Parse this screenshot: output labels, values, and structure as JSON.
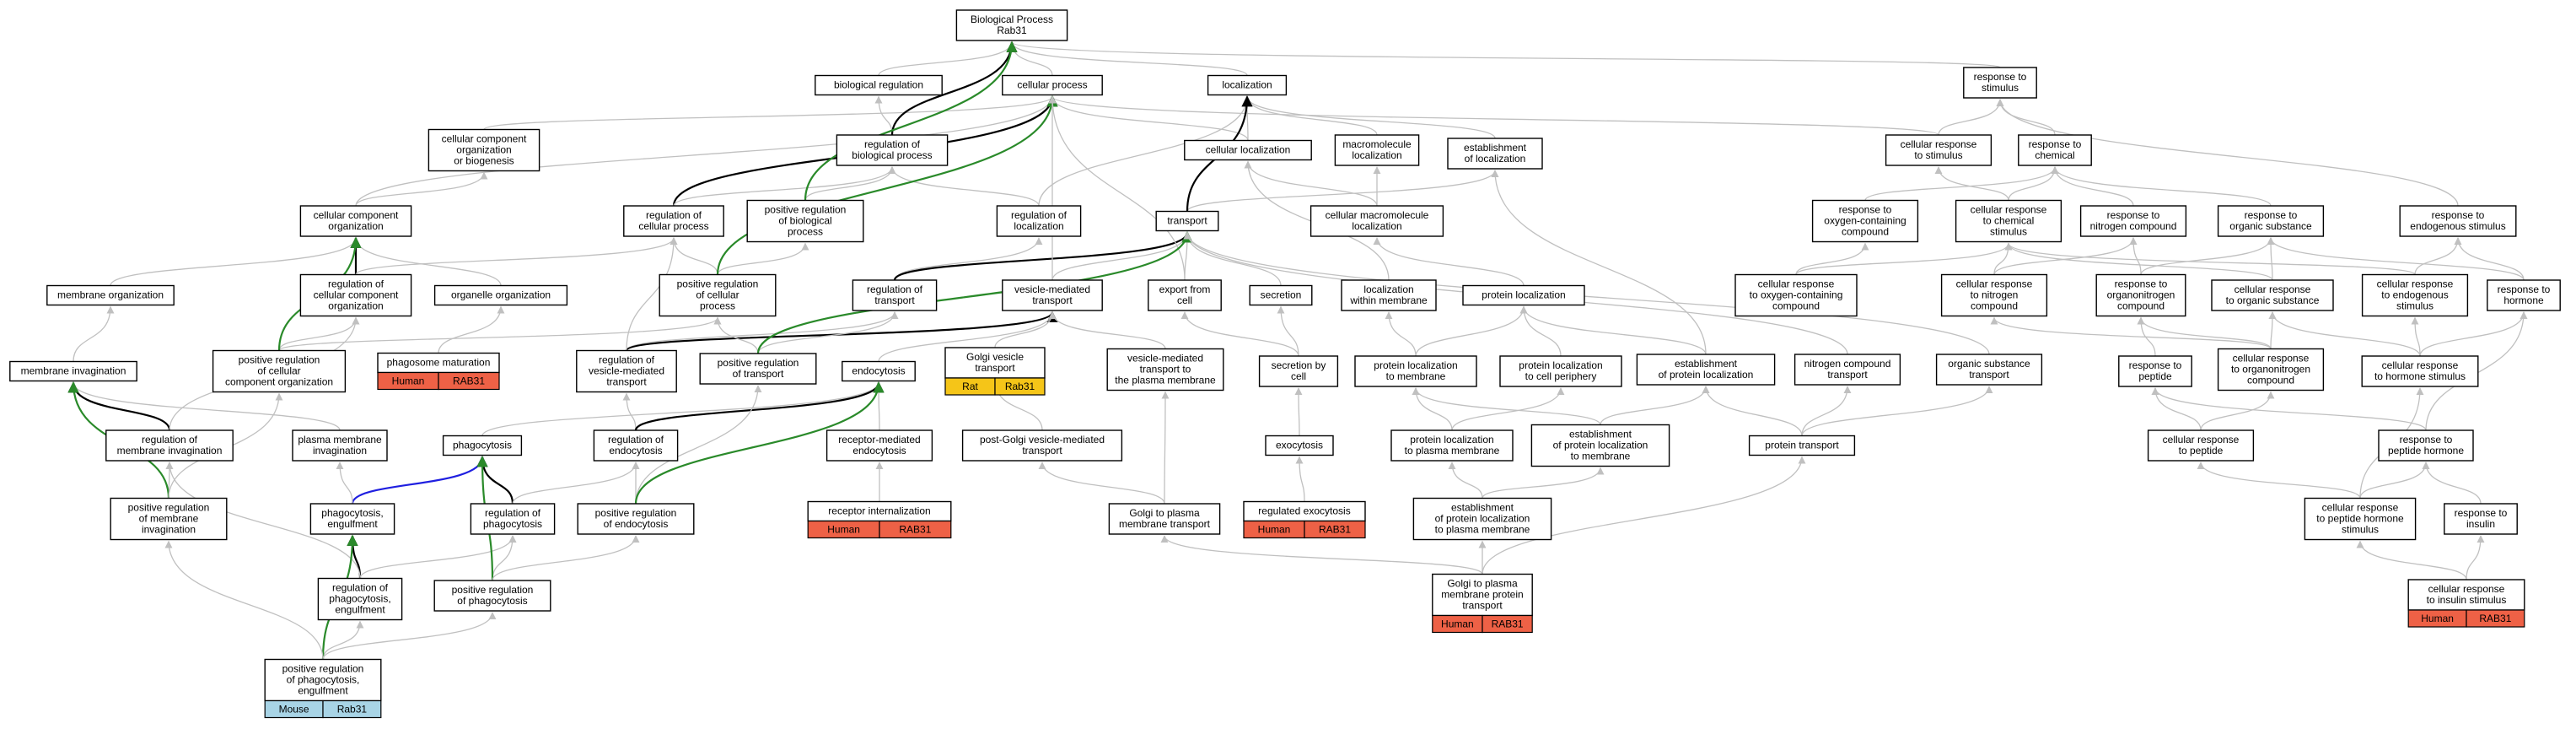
{
  "nodes": [
    {
      "id": "bp",
      "lines": [
        "Biological Process",
        "Rab31"
      ]
    },
    {
      "id": "breg",
      "lines": [
        "biological regulation"
      ]
    },
    {
      "id": "cproc",
      "lines": [
        "cellular process"
      ]
    },
    {
      "id": "loc",
      "lines": [
        "localization"
      ]
    },
    {
      "id": "rstim",
      "lines": [
        "response to",
        "stimulus"
      ]
    },
    {
      "id": "ccob",
      "lines": [
        "cellular component",
        "organization",
        "or biogenesis"
      ]
    },
    {
      "id": "rbp",
      "lines": [
        "regulation of",
        "biological process"
      ]
    },
    {
      "id": "cloc",
      "lines": [
        "cellular localization"
      ]
    },
    {
      "id": "mmloc",
      "lines": [
        "macromolecule",
        "localization"
      ]
    },
    {
      "id": "estloc",
      "lines": [
        "establishment",
        "of localization"
      ]
    },
    {
      "id": "crstim",
      "lines": [
        "cellular response",
        "to stimulus"
      ]
    },
    {
      "id": "rchem",
      "lines": [
        "response to",
        "chemical"
      ]
    },
    {
      "id": "cco",
      "lines": [
        "cellular component",
        "organization"
      ]
    },
    {
      "id": "rcp",
      "lines": [
        "regulation of",
        "cellular process"
      ]
    },
    {
      "id": "prbp",
      "lines": [
        "positive regulation",
        "of biological",
        "process"
      ]
    },
    {
      "id": "rloc",
      "lines": [
        "regulation of",
        "localization"
      ]
    },
    {
      "id": "transport",
      "lines": [
        "transport"
      ]
    },
    {
      "id": "cmmloc",
      "lines": [
        "cellular macromolecule",
        "localization"
      ]
    },
    {
      "id": "roxy",
      "lines": [
        "response to",
        "oxygen-containing",
        "compound"
      ]
    },
    {
      "id": "crchem",
      "lines": [
        "cellular response",
        "to chemical",
        "stimulus"
      ]
    },
    {
      "id": "rnitro",
      "lines": [
        "response to",
        "nitrogen compound"
      ]
    },
    {
      "id": "rorg",
      "lines": [
        "response to",
        "organic substance"
      ]
    },
    {
      "id": "rendo",
      "lines": [
        "response to",
        "endogenous stimulus"
      ]
    },
    {
      "id": "memorg",
      "lines": [
        "membrane organization"
      ]
    },
    {
      "id": "rcco",
      "lines": [
        "regulation of",
        "cellular component",
        "organization"
      ]
    },
    {
      "id": "orgorg",
      "lines": [
        "organelle organization"
      ]
    },
    {
      "id": "prcp",
      "lines": [
        "positive regulation",
        "of cellular",
        "process"
      ]
    },
    {
      "id": "rtrans",
      "lines": [
        "regulation of",
        "transport"
      ]
    },
    {
      "id": "vmt",
      "lines": [
        "vesicle-mediated",
        "transport"
      ]
    },
    {
      "id": "expcell",
      "lines": [
        "export from",
        "cell"
      ]
    },
    {
      "id": "secretion",
      "lines": [
        "secretion"
      ]
    },
    {
      "id": "locmem",
      "lines": [
        "localization",
        "within membrane"
      ]
    },
    {
      "id": "protloc",
      "lines": [
        "protein localization"
      ]
    },
    {
      "id": "croxy",
      "lines": [
        "cellular response",
        "to oxygen-containing",
        "compound"
      ]
    },
    {
      "id": "crnitro",
      "lines": [
        "cellular response",
        "to nitrogen",
        "compound"
      ]
    },
    {
      "id": "rorgn",
      "lines": [
        "response to",
        "organonitrogen",
        "compound"
      ]
    },
    {
      "id": "crorg",
      "lines": [
        "cellular response",
        "to organic substance"
      ]
    },
    {
      "id": "crendo",
      "lines": [
        "cellular response",
        "to endogenous",
        "stimulus"
      ]
    },
    {
      "id": "rhorm",
      "lines": [
        "response to",
        "hormone"
      ]
    },
    {
      "id": "meminv",
      "lines": [
        "membrane invagination"
      ]
    },
    {
      "id": "prcco",
      "lines": [
        "positive regulation",
        "of cellular",
        "component organization"
      ]
    },
    {
      "id": "phagomat",
      "lines": [
        "phagosome maturation"
      ],
      "badge": [
        "Human",
        "RAB31"
      ],
      "badgeColor": "#ee6146"
    },
    {
      "id": "rvmt",
      "lines": [
        "regulation of",
        "vesicle-mediated",
        "transport"
      ]
    },
    {
      "id": "prtrans",
      "lines": [
        "positive regulation",
        "of transport"
      ]
    },
    {
      "id": "endocyt",
      "lines": [
        "endocytosis"
      ]
    },
    {
      "id": "golgivt",
      "lines": [
        "Golgi vesicle",
        "transport"
      ],
      "badge": [
        "Rat",
        "Rab31"
      ],
      "badgeColor": "#f5c518"
    },
    {
      "id": "vmtpm",
      "lines": [
        "vesicle-mediated",
        "transport to",
        "the plasma membrane"
      ]
    },
    {
      "id": "secbycell",
      "lines": [
        "secretion by",
        "cell"
      ]
    },
    {
      "id": "plmem",
      "lines": [
        "protein localization",
        "to membrane"
      ]
    },
    {
      "id": "plperiph",
      "lines": [
        "protein localization",
        "to cell periphery"
      ]
    },
    {
      "id": "estprotloc",
      "lines": [
        "establishment",
        "of protein localization"
      ]
    },
    {
      "id": "nitrotrans",
      "lines": [
        "nitrogen compound",
        "transport"
      ]
    },
    {
      "id": "orgtrans",
      "lines": [
        "organic substance",
        "transport"
      ]
    },
    {
      "id": "rpept",
      "lines": [
        "response to",
        "peptide"
      ]
    },
    {
      "id": "crorgn",
      "lines": [
        "cellular response",
        "to organonitrogen",
        "compound"
      ]
    },
    {
      "id": "crhorm",
      "lines": [
        "cellular response",
        "to hormone stimulus"
      ]
    },
    {
      "id": "rmeminv",
      "lines": [
        "regulation of",
        "membrane invagination"
      ]
    },
    {
      "id": "pmeminv",
      "lines": [
        "plasma membrane",
        "invagination"
      ]
    },
    {
      "id": "phago",
      "lines": [
        "phagocytosis"
      ]
    },
    {
      "id": "rendocyt",
      "lines": [
        "regulation of",
        "endocytosis"
      ]
    },
    {
      "id": "rmendo",
      "lines": [
        "receptor-mediated",
        "endocytosis"
      ]
    },
    {
      "id": "postgolgi",
      "lines": [
        "post-Golgi vesicle-mediated",
        "transport"
      ]
    },
    {
      "id": "exocyt",
      "lines": [
        "exocytosis"
      ]
    },
    {
      "id": "plpm",
      "lines": [
        "protein localization",
        "to plasma membrane"
      ]
    },
    {
      "id": "estplm",
      "lines": [
        "establishment",
        "of protein localization",
        "to membrane"
      ]
    },
    {
      "id": "prottrans",
      "lines": [
        "protein transport"
      ]
    },
    {
      "id": "crpept",
      "lines": [
        "cellular response",
        "to peptide"
      ]
    },
    {
      "id": "rphorm",
      "lines": [
        "response to",
        "peptide hormone"
      ]
    },
    {
      "id": "prmeminv",
      "lines": [
        "positive regulation",
        "of membrane",
        "invagination"
      ]
    },
    {
      "id": "phagoeng",
      "lines": [
        "phagocytosis,",
        "engulfment"
      ]
    },
    {
      "id": "rphago",
      "lines": [
        "regulation of",
        "phagocytosis"
      ]
    },
    {
      "id": "prendo",
      "lines": [
        "positive regulation",
        "of endocytosis"
      ]
    },
    {
      "id": "recint",
      "lines": [
        "receptor internalization"
      ],
      "badge": [
        "Human",
        "RAB31"
      ],
      "badgeColor": "#ee6146"
    },
    {
      "id": "golgipm",
      "lines": [
        "Golgi to plasma",
        "membrane transport"
      ]
    },
    {
      "id": "regexo",
      "lines": [
        "regulated exocytosis"
      ],
      "badge": [
        "Human",
        "RAB31"
      ],
      "badgeColor": "#ee6146"
    },
    {
      "id": "estplpm",
      "lines": [
        "establishment",
        "of protein localization",
        "to plasma membrane"
      ]
    },
    {
      "id": "crphorm",
      "lines": [
        "cellular response",
        "to peptide hormone",
        "stimulus"
      ]
    },
    {
      "id": "rins",
      "lines": [
        "response to",
        "insulin"
      ]
    },
    {
      "id": "rphagoeng",
      "lines": [
        "regulation of",
        "phagocytosis,",
        "engulfment"
      ]
    },
    {
      "id": "prphago",
      "lines": [
        "positive regulation",
        "of phagocytosis"
      ]
    },
    {
      "id": "golgipmpt",
      "lines": [
        "Golgi to plasma",
        "membrane protein",
        "transport"
      ],
      "badge": [
        "Human",
        "RAB31"
      ],
      "badgeColor": "#ee6146"
    },
    {
      "id": "crins",
      "lines": [
        "cellular response",
        "to insulin stimulus"
      ],
      "badge": [
        "Human",
        "RAB31"
      ],
      "badgeColor": "#ee6146"
    },
    {
      "id": "prphagoeng",
      "lines": [
        "positive regulation",
        "of phagocytosis,",
        "engulfment"
      ],
      "badge": [
        "Mouse",
        "Rab31"
      ],
      "badgeColor": "#a8d4e6"
    }
  ],
  "edges": [
    [
      "breg",
      "bp",
      "gray"
    ],
    [
      "cproc",
      "bp",
      "gray"
    ],
    [
      "loc",
      "bp",
      "gray"
    ],
    [
      "rstim",
      "bp",
      "gray"
    ],
    [
      "ccob",
      "cproc",
      "gray"
    ],
    [
      "rbp",
      "breg",
      "gray"
    ],
    [
      "rbp",
      "bp",
      "black"
    ],
    [
      "cloc",
      "cproc",
      "gray"
    ],
    [
      "cloc",
      "loc",
      "gray"
    ],
    [
      "mmloc",
      "loc",
      "gray"
    ],
    [
      "estloc",
      "loc",
      "gray"
    ],
    [
      "crstim",
      "cproc",
      "gray"
    ],
    [
      "crstim",
      "rstim",
      "gray"
    ],
    [
      "rchem",
      "rstim",
      "gray"
    ],
    [
      "cco",
      "ccob",
      "gray"
    ],
    [
      "cco",
      "cproc",
      "gray"
    ],
    [
      "rcp",
      "cproc",
      "black"
    ],
    [
      "rcp",
      "rbp",
      "gray"
    ],
    [
      "prbp",
      "rbp",
      "gray"
    ],
    [
      "prbp",
      "bp",
      "green"
    ],
    [
      "rloc",
      "rbp",
      "gray"
    ],
    [
      "rloc",
      "loc",
      "gray"
    ],
    [
      "transport",
      "estloc",
      "gray"
    ],
    [
      "transport",
      "loc",
      "black"
    ],
    [
      "cmmloc",
      "cloc",
      "gray"
    ],
    [
      "cmmloc",
      "mmloc",
      "gray"
    ],
    [
      "roxy",
      "rchem",
      "gray"
    ],
    [
      "crchem",
      "crstim",
      "gray"
    ],
    [
      "crchem",
      "rchem",
      "gray"
    ],
    [
      "rnitro",
      "rchem",
      "gray"
    ],
    [
      "rorg",
      "rchem",
      "gray"
    ],
    [
      "rendo",
      "rstim",
      "gray"
    ],
    [
      "memorg",
      "cco",
      "gray"
    ],
    [
      "rcco",
      "cco",
      "black"
    ],
    [
      "rcco",
      "rcp",
      "gray"
    ],
    [
      "orgorg",
      "cco",
      "gray"
    ],
    [
      "prcp",
      "rcp",
      "gray"
    ],
    [
      "prcp",
      "prbp",
      "gray"
    ],
    [
      "prcp",
      "cproc",
      "green"
    ],
    [
      "rtrans",
      "rloc",
      "gray"
    ],
    [
      "rtrans",
      "transport",
      "black"
    ],
    [
      "vmt",
      "transport",
      "gray"
    ],
    [
      "vmt",
      "cproc",
      "gray"
    ],
    [
      "expcell",
      "transport",
      "gray"
    ],
    [
      "expcell",
      "cproc",
      "gray"
    ],
    [
      "secretion",
      "transport",
      "gray"
    ],
    [
      "locmem",
      "cloc",
      "gray"
    ],
    [
      "protloc",
      "cmmloc",
      "gray"
    ],
    [
      "croxy",
      "roxy",
      "gray"
    ],
    [
      "croxy",
      "crchem",
      "gray"
    ],
    [
      "crnitro",
      "rnitro",
      "gray"
    ],
    [
      "crnitro",
      "crchem",
      "gray"
    ],
    [
      "rorgn",
      "rnitro",
      "gray"
    ],
    [
      "rorgn",
      "rorg",
      "gray"
    ],
    [
      "crorg",
      "rorg",
      "gray"
    ],
    [
      "crorg",
      "crchem",
      "gray"
    ],
    [
      "crendo",
      "rendo",
      "gray"
    ],
    [
      "crendo",
      "crchem",
      "gray"
    ],
    [
      "rhorm",
      "rendo",
      "gray"
    ],
    [
      "rhorm",
      "rorg",
      "gray"
    ],
    [
      "meminv",
      "memorg",
      "gray"
    ],
    [
      "prcco",
      "rcco",
      "gray"
    ],
    [
      "prcco",
      "prcp",
      "gray"
    ],
    [
      "prcco",
      "cco",
      "green"
    ],
    [
      "phagomat",
      "orgorg",
      "gray"
    ],
    [
      "rvmt",
      "rtrans",
      "gray"
    ],
    [
      "rvmt",
      "vmt",
      "black"
    ],
    [
      "rvmt",
      "rcp",
      "gray"
    ],
    [
      "prtrans",
      "rtrans",
      "gray"
    ],
    [
      "prtrans",
      "prcp",
      "gray"
    ],
    [
      "prtrans",
      "transport",
      "green"
    ],
    [
      "endocyt",
      "vmt",
      "gray"
    ],
    [
      "golgivt",
      "vmt",
      "gray"
    ],
    [
      "vmtpm",
      "vmt",
      "gray"
    ],
    [
      "secbycell",
      "secretion",
      "gray"
    ],
    [
      "secbycell",
      "expcell",
      "gray"
    ],
    [
      "plmem",
      "protloc",
      "gray"
    ],
    [
      "plmem",
      "locmem",
      "gray"
    ],
    [
      "plperiph",
      "protloc",
      "gray"
    ],
    [
      "estprotloc",
      "protloc",
      "gray"
    ],
    [
      "estprotloc",
      "estloc",
      "gray"
    ],
    [
      "nitrotrans",
      "transport",
      "gray"
    ],
    [
      "orgtrans",
      "transport",
      "gray"
    ],
    [
      "rpept",
      "rorgn",
      "gray"
    ],
    [
      "crorgn",
      "rorgn",
      "gray"
    ],
    [
      "crorgn",
      "crnitro",
      "gray"
    ],
    [
      "crorgn",
      "crorg",
      "gray"
    ],
    [
      "crhorm",
      "rhorm",
      "gray"
    ],
    [
      "crhorm",
      "crendo",
      "gray"
    ],
    [
      "crhorm",
      "crorg",
      "gray"
    ],
    [
      "rmeminv",
      "meminv",
      "black"
    ],
    [
      "rmeminv",
      "rcco",
      "gray"
    ],
    [
      "pmeminv",
      "meminv",
      "gray"
    ],
    [
      "phago",
      "endocyt",
      "gray"
    ],
    [
      "rendocyt",
      "rvmt",
      "gray"
    ],
    [
      "rendocyt",
      "endocyt",
      "black"
    ],
    [
      "rmendo",
      "endocyt",
      "gray"
    ],
    [
      "postgolgi",
      "golgivt",
      "gray"
    ],
    [
      "exocyt",
      "secbycell",
      "gray"
    ],
    [
      "plpm",
      "plmem",
      "gray"
    ],
    [
      "plpm",
      "plperiph",
      "gray"
    ],
    [
      "estplm",
      "plmem",
      "gray"
    ],
    [
      "estplm",
      "estprotloc",
      "gray"
    ],
    [
      "prottrans",
      "estprotloc",
      "gray"
    ],
    [
      "prottrans",
      "nitrotrans",
      "gray"
    ],
    [
      "prottrans",
      "orgtrans",
      "gray"
    ],
    [
      "crpept",
      "rpept",
      "gray"
    ],
    [
      "crpept",
      "crorgn",
      "gray"
    ],
    [
      "rphorm",
      "rpept",
      "gray"
    ],
    [
      "rphorm",
      "rhorm",
      "gray"
    ],
    [
      "prmeminv",
      "rmeminv",
      "gray"
    ],
    [
      "prmeminv",
      "meminv",
      "green"
    ],
    [
      "prmeminv",
      "prcco",
      "gray"
    ],
    [
      "phagoeng",
      "phago",
      "blue"
    ],
    [
      "phagoeng",
      "pmeminv",
      "gray"
    ],
    [
      "rphago",
      "phago",
      "black"
    ],
    [
      "rphago",
      "rendocyt",
      "gray"
    ],
    [
      "prendo",
      "rendocyt",
      "gray"
    ],
    [
      "prendo",
      "prtrans",
      "gray"
    ],
    [
      "prendo",
      "endocyt",
      "green"
    ],
    [
      "recint",
      "rmendo",
      "gray"
    ],
    [
      "golgipm",
      "postgolgi",
      "gray"
    ],
    [
      "golgipm",
      "vmtpm",
      "gray"
    ],
    [
      "regexo",
      "exocyt",
      "gray"
    ],
    [
      "estplpm",
      "estplm",
      "gray"
    ],
    [
      "estplpm",
      "plpm",
      "gray"
    ],
    [
      "crphorm",
      "rphorm",
      "gray"
    ],
    [
      "crphorm",
      "crpept",
      "gray"
    ],
    [
      "crphorm",
      "crhorm",
      "gray"
    ],
    [
      "rins",
      "rphorm",
      "gray"
    ],
    [
      "rphagoeng",
      "phagoeng",
      "black"
    ],
    [
      "rphagoeng",
      "rphago",
      "gray"
    ],
    [
      "rphagoeng",
      "rmeminv",
      "gray"
    ],
    [
      "prphago",
      "rphago",
      "gray"
    ],
    [
      "prphago",
      "phago",
      "green"
    ],
    [
      "prphago",
      "prendo",
      "gray"
    ],
    [
      "golgipmpt",
      "golgipm",
      "gray"
    ],
    [
      "golgipmpt",
      "estplpm",
      "gray"
    ],
    [
      "golgipmpt",
      "prottrans",
      "gray"
    ],
    [
      "crins",
      "rins",
      "gray"
    ],
    [
      "crins",
      "crphorm",
      "gray"
    ],
    [
      "prphagoeng",
      "rphagoeng",
      "gray"
    ],
    [
      "prphagoeng",
      "phagoeng",
      "green"
    ],
    [
      "prphagoeng",
      "prmeminv",
      "gray"
    ],
    [
      "prphagoeng",
      "prphago",
      "gray"
    ]
  ]
}
